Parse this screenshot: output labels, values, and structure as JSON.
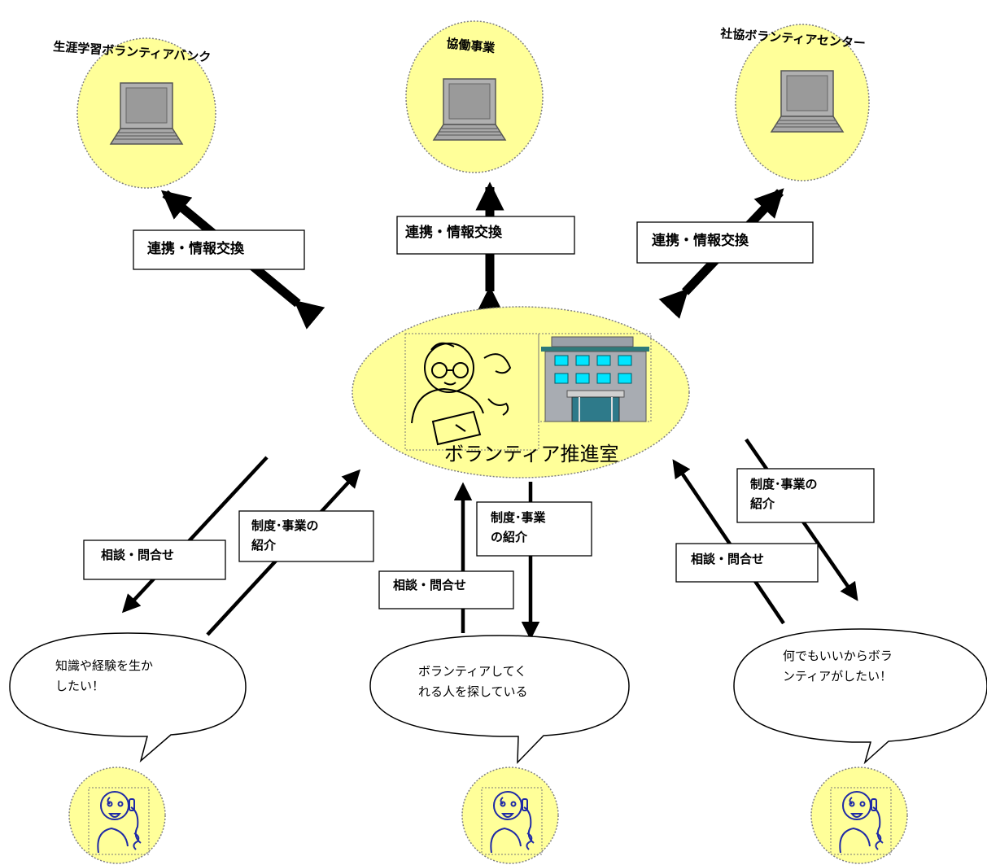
{
  "colors": {
    "node_fill": "#ffff99",
    "node_stroke": "#808080",
    "line": "#000000",
    "figure": "#1f2aa6"
  },
  "nodes": {
    "left": {
      "title": "生涯学習ボランティアバンク",
      "icon": "laptop-icon"
    },
    "center": {
      "title": "協働事業",
      "icon": "laptop-icon"
    },
    "right": {
      "title": "社協ボランティアセンター",
      "icon": "laptop-icon"
    }
  },
  "hub": {
    "title": "ボランティア推進室",
    "icons": [
      "staff-on-phone-icon",
      "office-building-icon"
    ]
  },
  "exchange_labels": {
    "left": "連携・情報交換",
    "center": "連携・情報交換",
    "right": "連携・情報交換"
  },
  "lower_labels": {
    "left_consult": "相談・問合せ",
    "left_intro_line1": "制度･事業の",
    "left_intro_line2": "紹介",
    "center_consult": "相談・問合せ",
    "center_intro_line1": "制度･事業",
    "center_intro_line2": "の紹介",
    "right_consult": "相談・問合せ",
    "right_intro_line1": "制度･事業の",
    "right_intro_line2": "紹介"
  },
  "bubbles": {
    "left": {
      "line1": "知識や経験を生か",
      "line2": "したい！"
    },
    "center": {
      "line1": "ボランティアしてく",
      "line2": "れる人を探している"
    },
    "right": {
      "line1": "何でもいいからボラ",
      "line2": "ンティアがしたい！"
    }
  },
  "people_icons": [
    "person-on-phone-icon",
    "person-on-phone-icon",
    "person-on-phone-icon"
  ]
}
